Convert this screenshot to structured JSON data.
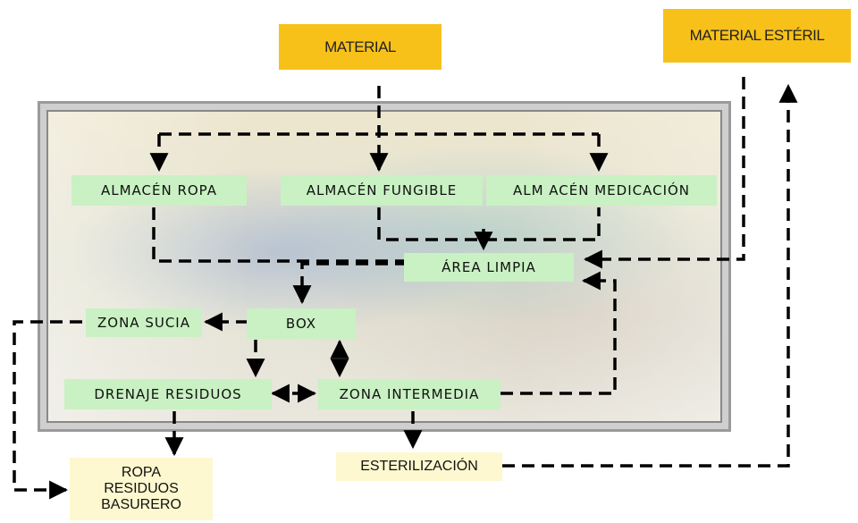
{
  "nodes": {
    "material": "MATERIAL",
    "material_esteril": "MATERIAL ESTÉRIL",
    "almacen_ropa": "ALMACÉN  ROPA",
    "almacen_fungible": "ALMACÉN FUNGIBLE",
    "almacen_medicacion": "ALM ACÉN MEDICACIÓN",
    "area_limpia": "ÁREA LIMPIA",
    "zona_sucia": "ZONA SUCIA",
    "box": "BOX",
    "drenaje_residuos": "DRENAJE RESIDUOS",
    "zona_intermedia": "ZONA INTERMEDIA",
    "esterilizacion": "ESTERILIZACIÓN",
    "ropa_residuos_basurero": [
      "ROPA",
      "RESIDUOS",
      "BASURERO"
    ]
  },
  "colors": {
    "source_box": "#f7c11a",
    "area_box": "#c9f1c3",
    "output_box": "#fdf8cf",
    "arrow": "#000000"
  }
}
